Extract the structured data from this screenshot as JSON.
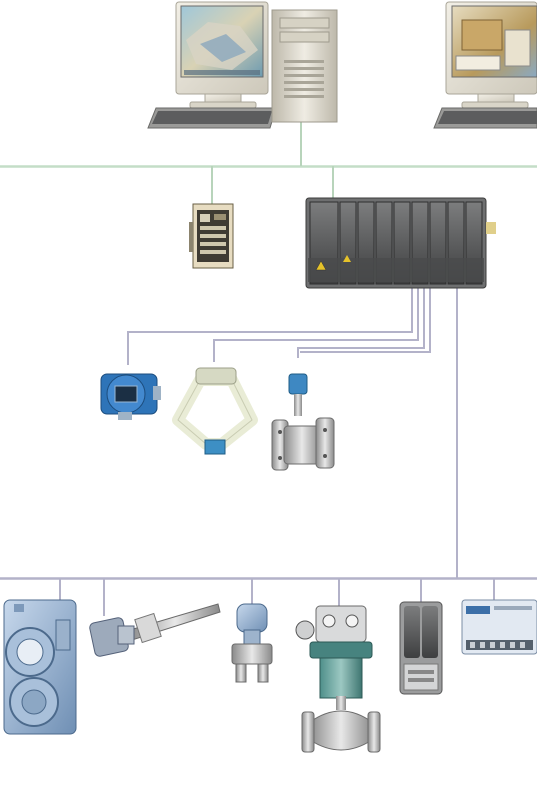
{
  "diagram": {
    "network_lines": [
      {
        "id": "ethernet-network-line"
      },
      {
        "id": "fieldbus-segment-line"
      }
    ],
    "devices": [
      {
        "id": "workstation-left",
        "kind": "pc-workstation"
      },
      {
        "id": "workstation-right",
        "kind": "pc-workstation"
      },
      {
        "id": "io-card",
        "kind": "io-module"
      },
      {
        "id": "controller-rack",
        "kind": "dcs-controller"
      },
      {
        "id": "field-transmitter",
        "kind": "temperature-transmitter"
      },
      {
        "id": "coriolis-flowmeter",
        "kind": "coriolis-meter"
      },
      {
        "id": "vortex-flowmeter",
        "kind": "vortex-meter"
      },
      {
        "id": "gas-analyzer",
        "kind": "analyzer"
      },
      {
        "id": "level-probe",
        "kind": "level-sensor"
      },
      {
        "id": "pressure-transmitter",
        "kind": "pressure-transmitter"
      },
      {
        "id": "control-valve",
        "kind": "control-valve"
      },
      {
        "id": "power-conditioner",
        "kind": "power-supply"
      },
      {
        "id": "fieldbus-io-module",
        "kind": "io-module"
      }
    ]
  }
}
